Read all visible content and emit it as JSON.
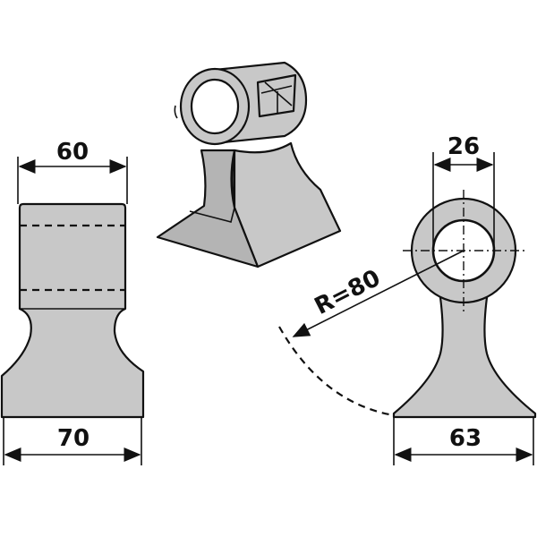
{
  "dimensions": {
    "top_width": "60",
    "bottom_width": "70",
    "bore_diameter": "26",
    "radius": "R=80",
    "blade_width": "63"
  }
}
